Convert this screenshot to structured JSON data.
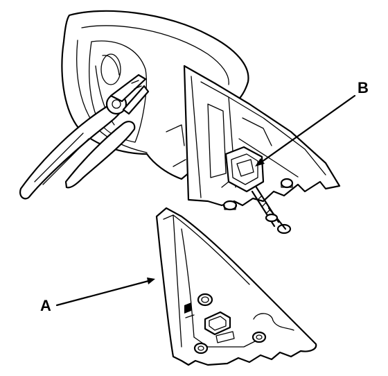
{
  "callouts": [
    {
      "id": "A",
      "text": "A"
    },
    {
      "id": "B",
      "text": "B"
    }
  ],
  "colors": {
    "ink": "#000000",
    "paper": "#ffffff"
  }
}
